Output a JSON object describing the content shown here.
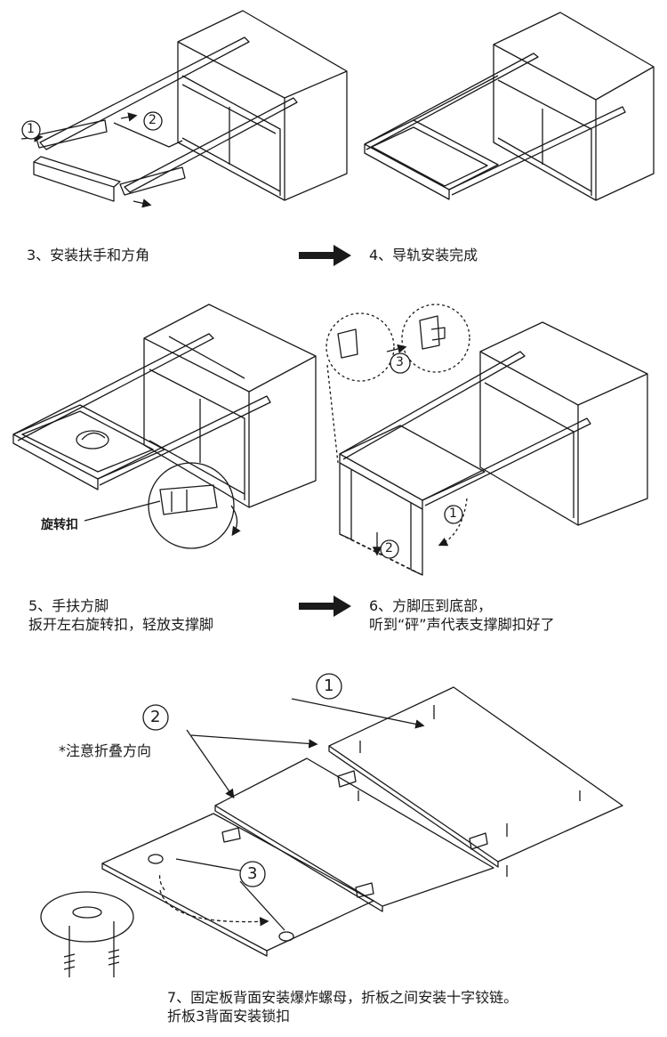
{
  "steps": {
    "step3": {
      "caption": "3、安装扶手和方角"
    },
    "step4": {
      "caption": "4、导轨安装完成"
    },
    "step5": {
      "caption_line1": "5、手扶方脚",
      "caption_line2": "扳开左右旋转扣，轻放支撑脚"
    },
    "step6": {
      "caption_line1": "6、方脚压到底部，",
      "caption_line2": "听到“砰”声代表支撑脚扣好了"
    },
    "step7": {
      "caption_line1": "7、固定板背面安装爆炸螺母，折板之间安装十字铰链。",
      "caption_line2": "折板3背面安装锁扣"
    }
  },
  "callouts": {
    "c1": "1",
    "c2": "2",
    "c3": "3",
    "rotary_buckle": "旋转扣",
    "fold_note": "*注意折叠方向"
  },
  "colors": {
    "line": "#1a1a1a",
    "paper": "#ffffff",
    "shade": "#cfcfcf"
  },
  "icons": {
    "arrow": "right-arrow-icon"
  }
}
